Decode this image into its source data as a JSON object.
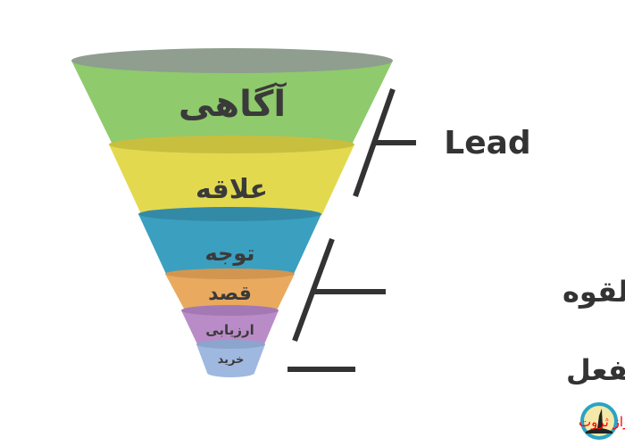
{
  "funnel": [
    {
      "label": "آگاهی",
      "color": "#8fca6c",
      "shade": "#8f9e8f"
    },
    {
      "label": "علاقه",
      "color": "#e3d94f",
      "shade": "#c9bf3e"
    },
    {
      "label": "توجه",
      "color": "#3b9fc0",
      "shade": "#338aa6"
    },
    {
      "label": "قصد",
      "color": "#e9aa5f",
      "shade": "#d39650"
    },
    {
      "label": "ارزیابی",
      "color": "#ba8cc7",
      "shade": "#a478b2"
    },
    {
      "label": "خرید",
      "color": "#9fb8e0",
      "shade": "#8ca5cc"
    }
  ],
  "groups": [
    {
      "label": "Lead"
    },
    {
      "label": "مشتریان بالقوه"
    },
    {
      "label": "مشتریان بالفعل"
    }
  ],
  "watermark": {
    "text": "تیم تحقیقاتی راز ثروت",
    "color": "#ff0000"
  }
}
